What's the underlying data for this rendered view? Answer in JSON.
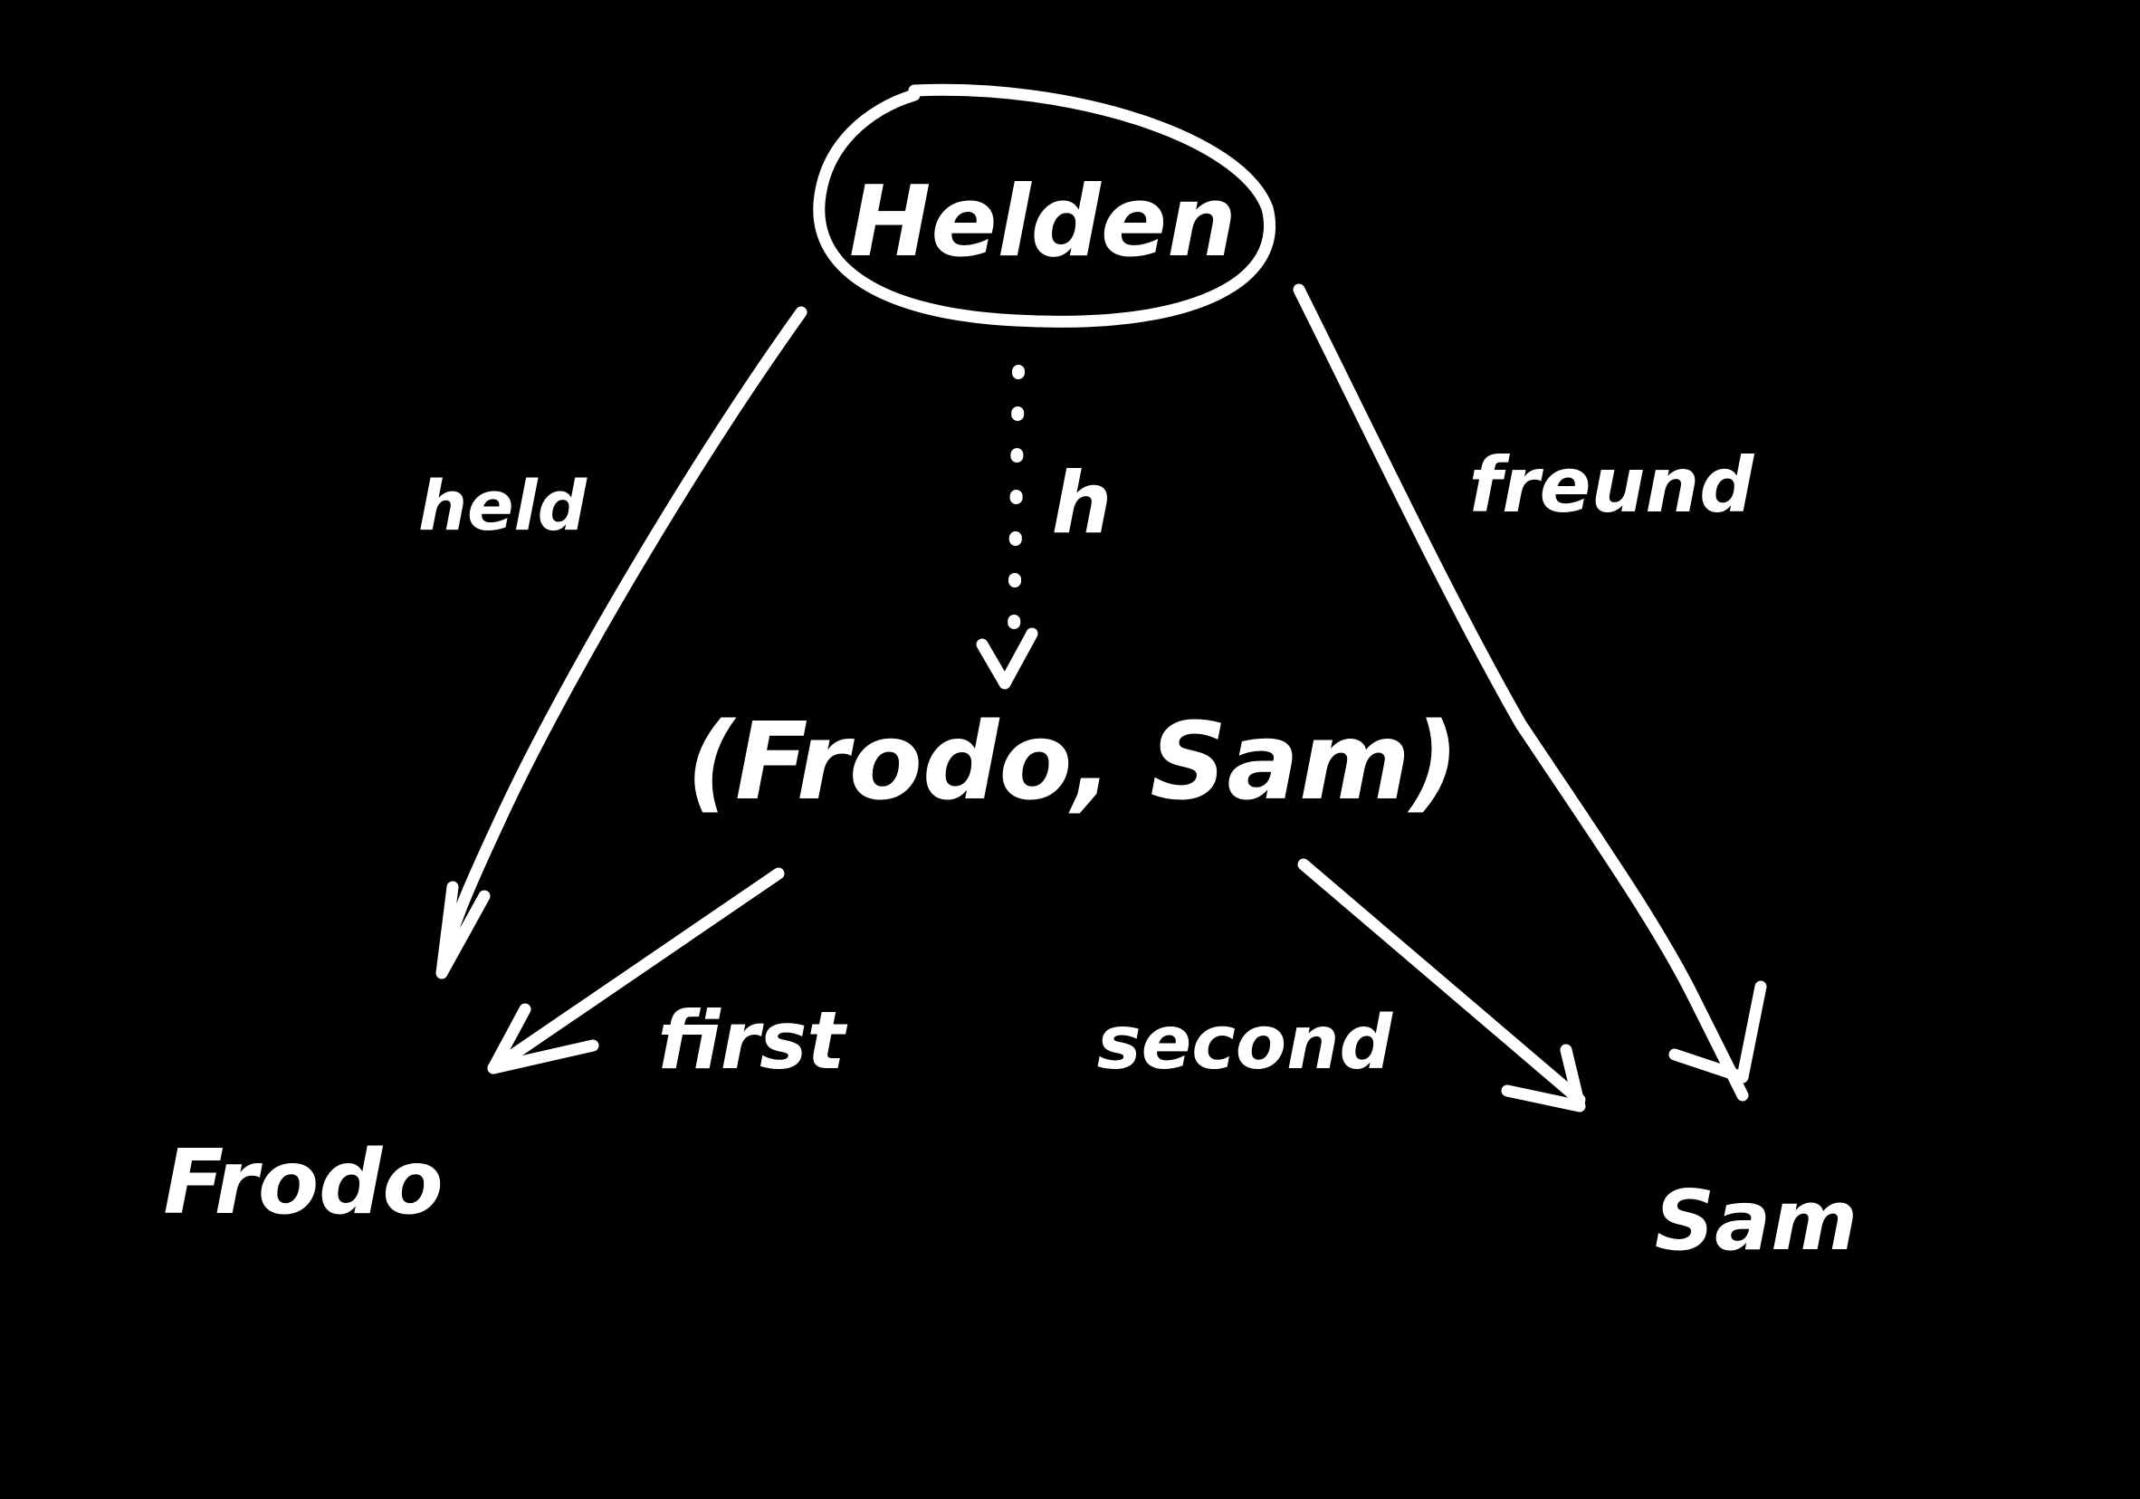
{
  "nodes": {
    "helden": "Helden",
    "pair": "(Frodo, Sam)",
    "frodo": "Frodo",
    "sam": "Sam"
  },
  "edges": {
    "held": "held",
    "h": "h",
    "freund": "freund",
    "first": "first",
    "second": "second"
  },
  "colors": {
    "background": "#000000",
    "ink": "#ffffff"
  }
}
